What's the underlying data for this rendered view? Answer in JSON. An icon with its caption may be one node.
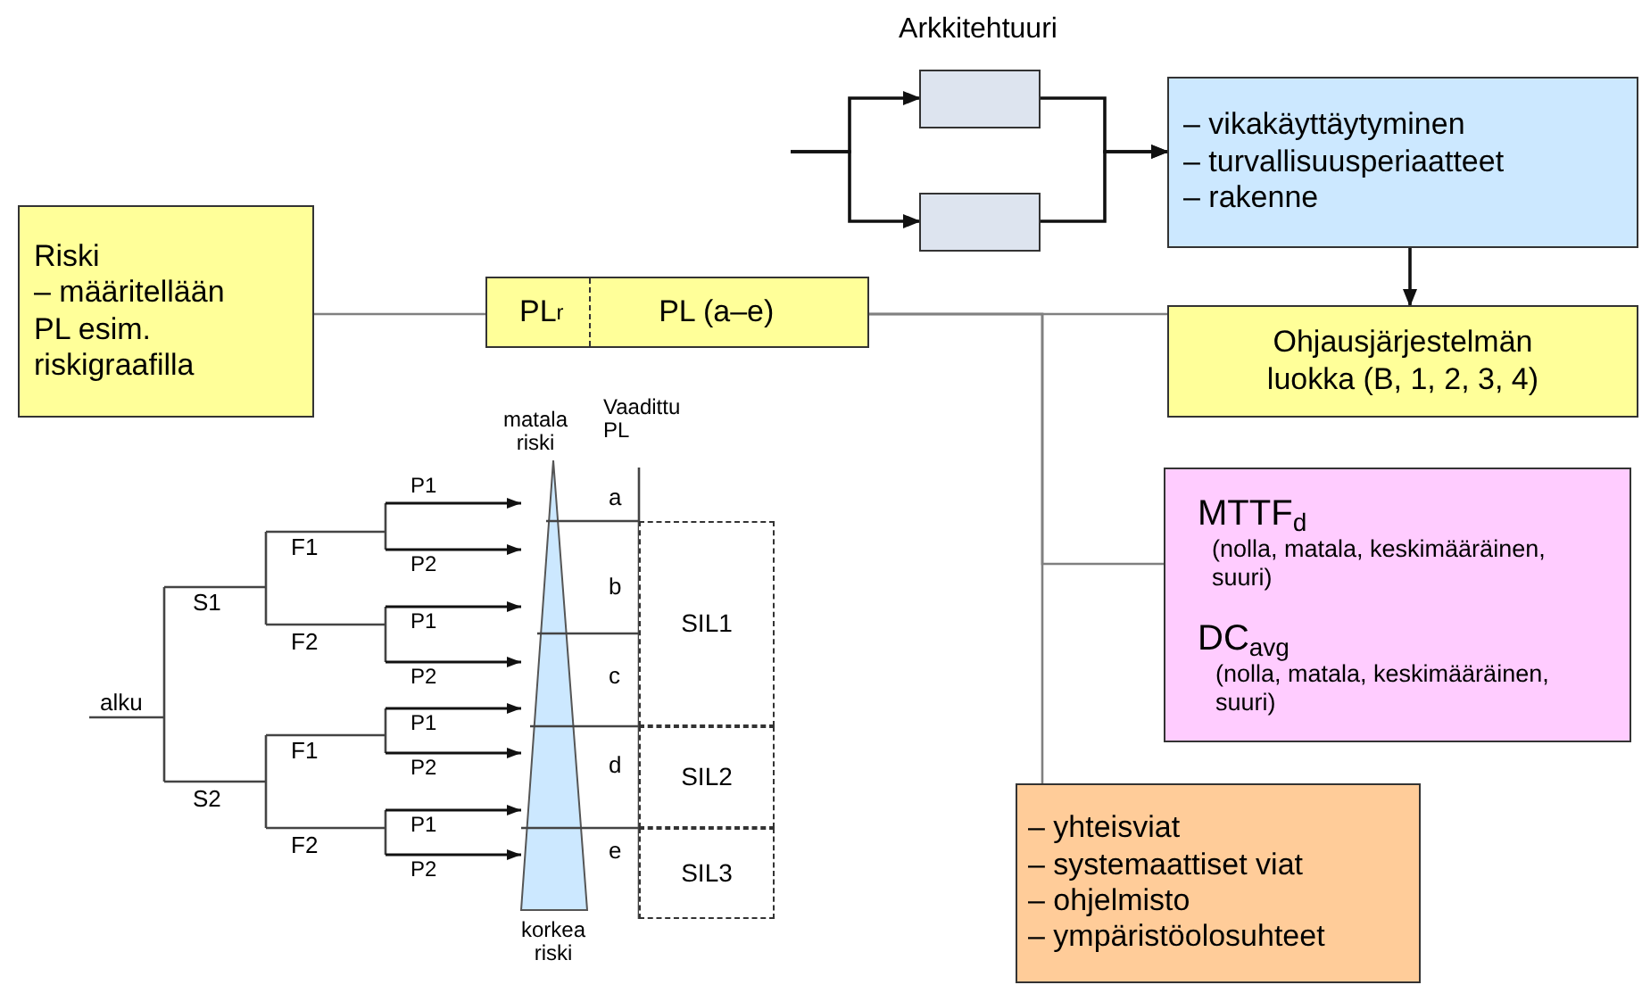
{
  "diagram": {
    "nodes": [
      {
        "text": [
          "Riski",
          "– määritellään PL esim. riskigraafilla"
        ]
      },
      {
        "text": [
          "PL$_{r}$",
          "PL (a–e)"
        ]
      },
      {
        "text": [],
        "shape": "box"
      },
      {
        "text": [],
        "shape": "box"
      },
      {
        "text": [
          "– vikakäyttäytyminen",
          "– turvallisuusperiaatteet",
          "– rakenne"
        ]
      },
      {
        "text": [
          "Ohjausjärjestelmän luokka (B, 1, 2, 3, 4)"
        ]
      },
      {
        "text": [
          "MTTF$_{d}$",
          "(nolla, matala, keskimääräinen, suuri)",
          "DC$_{avg}$",
          "(nolla, matala, keskimääräinen, suuri)"
        ]
      },
      {
        "text": [
          "– yhteisviat",
          "– systemaattiset viat",
          "– ohjelmisto",
          "– ympäristöolosuhteet"
        ]
      },
      {
        "text": [
          "SIL1"
        ]
      },
      {
        "text": [
          "SIL2"
        ]
      },
      {
        "text": [
          "SIL3"
        ]
      }
    ],
    "edges": [
      {
        "from": null,
        "to": 2,
        "arrow": "to"
      },
      {
        "from": null,
        "to": 3,
        "arrow": "to"
      },
      {
        "from": 2,
        "to": 4,
        "arrow": "to"
      },
      {
        "from": 3,
        "to": 4,
        "arrow": "to"
      },
      {
        "from": 4,
        "to": 5,
        "arrow": "to"
      },
      {
        "from": 0,
        "to": 1,
        "arrow": "none",
        "color": "#808080"
      },
      {
        "from": 1,
        "to": 5,
        "arrow": "none",
        "color": "#808080"
      },
      {
        "from": 1,
        "to": 6,
        "arrow": "none",
        "color": "#808080"
      },
      {
        "from": 1,
        "to": 7,
        "arrow": "none",
        "color": "#808080"
      }
    ],
    "labels": [
      "Arkkitehtuuri",
      "matala riski",
      "Vaadittu PL",
      "alku",
      "S1",
      "S2",
      "F1",
      "F2",
      "F1",
      "F2",
      "P1",
      "P2",
      "P1",
      "P2",
      "P1",
      "P2",
      "P1",
      "P2",
      "a",
      "b",
      "c",
      "d",
      "e",
      "korkea riski"
    ]
  }
}
